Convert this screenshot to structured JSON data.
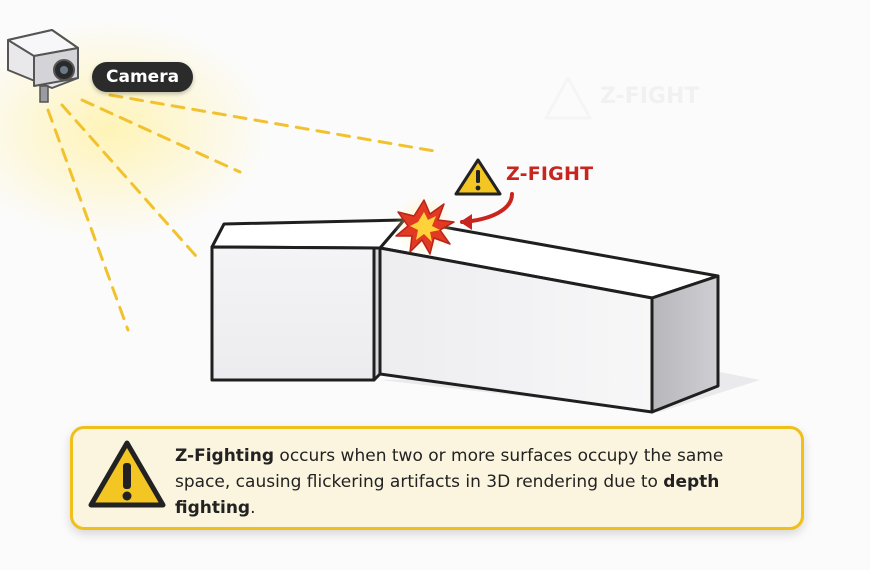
{
  "camera": {
    "label": "Camera"
  },
  "zfight": {
    "label": "Z-FIGHT",
    "ghost_label": "Z-FIGHT"
  },
  "info": {
    "term": "Z-Fighting",
    "text_1": " occurs when two or more surfaces occupy the same space, causing flickering artifacts in 3D rendering due to ",
    "emphasis": "depth fighting",
    "text_2": "."
  },
  "colors": {
    "ray": "#f2c22e",
    "warning": "#f3c623",
    "alert_red": "#c8251f",
    "box_border": "#f0bf1a",
    "box_fill": "#fbf5df",
    "outline": "#222222"
  },
  "icons": [
    "camera-icon",
    "warning-icon",
    "explosion-icon",
    "curved-arrow-icon"
  ]
}
